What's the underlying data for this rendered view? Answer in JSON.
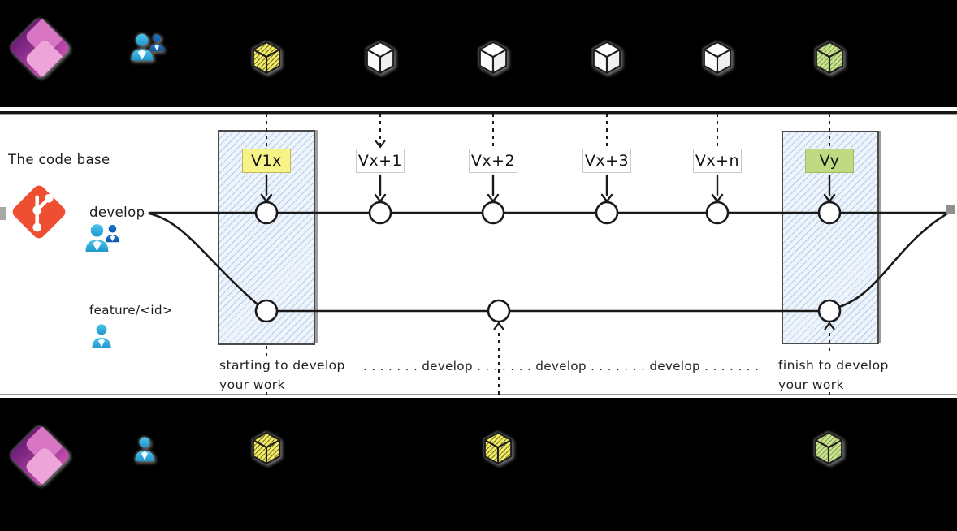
{
  "panel": {
    "title": "The code base"
  },
  "branches": {
    "develop": {
      "label": "develop"
    },
    "feature": {
      "label": "feature/<id>"
    }
  },
  "versions": [
    {
      "label": "V1x",
      "highlight": "yellow"
    },
    {
      "label": "Vx+1",
      "highlight": "none"
    },
    {
      "label": "Vx+2",
      "highlight": "none"
    },
    {
      "label": "Vx+3",
      "highlight": "none"
    },
    {
      "label": "Vx+n",
      "highlight": "none"
    },
    {
      "label": "Vy",
      "highlight": "green"
    }
  ],
  "captions": {
    "start_line1": "starting to develop",
    "start_line2": "your work",
    "middle_dotted": ". . . . . . . develop . . . . . . . develop . . . . . . . develop . . . . . . .",
    "finish_line1": "finish to develop",
    "finish_line2": "your work"
  },
  "icons": {
    "top_band": [
      "power-apps-icon",
      "team-icon",
      "package-icon-yellow",
      "package-icon-white",
      "package-icon-white",
      "package-icon-white",
      "package-icon-white",
      "package-icon-green"
    ],
    "panel": [
      "git-icon",
      "team-icon",
      "user-icon"
    ],
    "bottom_band": [
      "power-apps-icon",
      "user-icon",
      "package-icon-yellow",
      "package-icon-yellow",
      "package-icon-green"
    ]
  },
  "colors": {
    "band_background": "#000000",
    "panel_background": "#ffffff",
    "version_yellow": "#f8f388",
    "version_green": "#c0da84",
    "hatch_fill": "#eef4fb",
    "hatch_stroke": "#82a5d2",
    "git_orange": "#ee4e31",
    "person_light_blue": "#35b3dc",
    "person_dark_blue": "#1565c0",
    "cube_yellow": "#f3ec64",
    "cube_green": "#cde394",
    "line_black": "#1a1a1a"
  }
}
